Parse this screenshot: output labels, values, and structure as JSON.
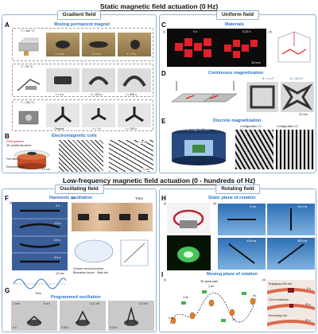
{
  "banners": {
    "top": "Static magnetic field actuation (0 Hz)",
    "mid": "Low-frequency magnetic field actuation (0 - hundreds of Hz)"
  },
  "sections": {
    "gradient": "Gradient field",
    "uniform": "Uniform field",
    "oscillating": "Oscillating field",
    "rotating": "Rotating field"
  },
  "panel_letters": [
    "A",
    "B",
    "C",
    "D",
    "E",
    "F",
    "G",
    "H",
    "I"
  ],
  "A": {
    "title": "Moving permanent magnet",
    "row1_temp": "T = 100 °C",
    "row1_times": [
      "t = 0 s",
      "t = 1 s",
      "t = 7 s"
    ],
    "row2_temp": "T = 30 °C",
    "row2_times": [
      "t = 0 s",
      "t = 120 s",
      "t = 400 s"
    ],
    "row3_temp": "T = 100 °C",
    "row3_times": [
      "Original",
      "t = 1 s",
      "t = 200 s"
    ]
  },
  "B": {
    "title": "Electromagnetic coils",
    "labels": [
      "Field gradient",
      "3D printed structure",
      "Ferrofluid",
      "Electromagnet"
    ],
    "scale": "2.5 cm",
    "time": "t = 0.18",
    "scale2": "1 cm"
  },
  "C": {
    "title": "Materials",
    "times": [
      "0 s",
      "0.23 s"
    ],
    "scale": "10 mm",
    "panel_i": "(i)",
    "panel_ii": "(ii)"
  },
  "D": {
    "title": "Continuous magnetization",
    "b1": "B = 0 mT",
    "b2": "B = 65 mT",
    "scale": "10 mm"
  },
  "E": {
    "title": "Discrete magnetization",
    "device": "External magnetic field",
    "cfg1": "Configuration C1",
    "cfg2": "Configuration C2"
  },
  "F": {
    "title": "Harmonic oscillation",
    "times": [
      "0 s",
      "1.5 s",
      "2.5 s",
      "3.5 s"
    ],
    "scale": "10 mm",
    "xaxis": "Time",
    "time_arrow": "Time",
    "labels": [
      "Circular cervical surface",
      "Biomarker lesion",
      "Stab site"
    ]
  },
  "G": {
    "title": "Programmed oscillation",
    "scale": "2 mm",
    "fields": [
      "8 mT",
      "3.11 mT",
      "4.3 mT"
    ],
    "times": [
      "0 s",
      "0.08 s",
      "0.16 s"
    ]
  },
  "H": {
    "title": "Static plane of rotation",
    "times": [
      "0 ms",
      "241 ms",
      "416 ms",
      "583 ms"
    ]
  },
  "I": {
    "title": "Moving plane of rotation",
    "spiral": "3D spiral path",
    "times": [
      "0.5s",
      "1.5s",
      "2.3s",
      "3s",
      "5s"
    ],
    "right_labels": [
      "Engaging with clot",
      "Clot breakdown",
      "Removing clot"
    ],
    "right_times": [
      "0 s",
      "30 s",
      "50 s"
    ]
  },
  "colors": {
    "section_border": "#8fb3d9",
    "subtitle_blue": "#2a73c4",
    "red_material": "#e0202a",
    "navy": "#1f3a66",
    "green_glow": "#55e06a",
    "orange": "#f07a1a"
  }
}
